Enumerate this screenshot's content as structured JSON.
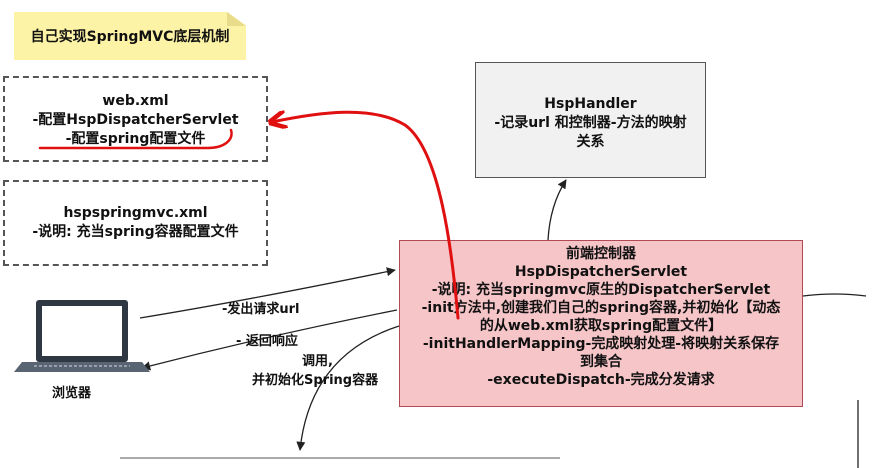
{
  "note": {
    "title": "自己实现SpringMVC底层机制"
  },
  "web_xml": {
    "lines": [
      "web.xml",
      "-配置HspDispatcherServlet",
      "-配置spring配置文件"
    ]
  },
  "spring_mvc_xml": {
    "lines": [
      "hspspringmvc.xml",
      "-说明: 充当spring容器配置文件"
    ]
  },
  "hsp_handler": {
    "lines": [
      "HspHandler",
      "-记录url 和控制器-方法的映射",
      "关系"
    ]
  },
  "dispatcher": {
    "lines": [
      "前端控制器",
      "HspDispatcherServlet",
      "-说明: 充当springmvc原生的DispatcherServlet",
      "-init方法中,创建我们自己的spring容器,并初始化【动态",
      "的从web.xml获取spring配置文件】",
      "-initHandlerMapping-完成映射处理-将映射关系保存",
      "到集合",
      "-executeDispatch-完成分发请求"
    ]
  },
  "browser": {
    "label": "浏览器"
  },
  "arrows": {
    "request": "-发出请求url",
    "response": "- 返回响应",
    "invoke_line1": "调用,",
    "invoke_line2": "并初始化Spring容器"
  },
  "colors": {
    "note_bg": "#fdf3a6",
    "dispatcher_bg": "#f6c5c8",
    "dispatcher_border": "#b24a55",
    "handler_bg": "#f1f1f1",
    "annotation_red": "#e01010"
  }
}
